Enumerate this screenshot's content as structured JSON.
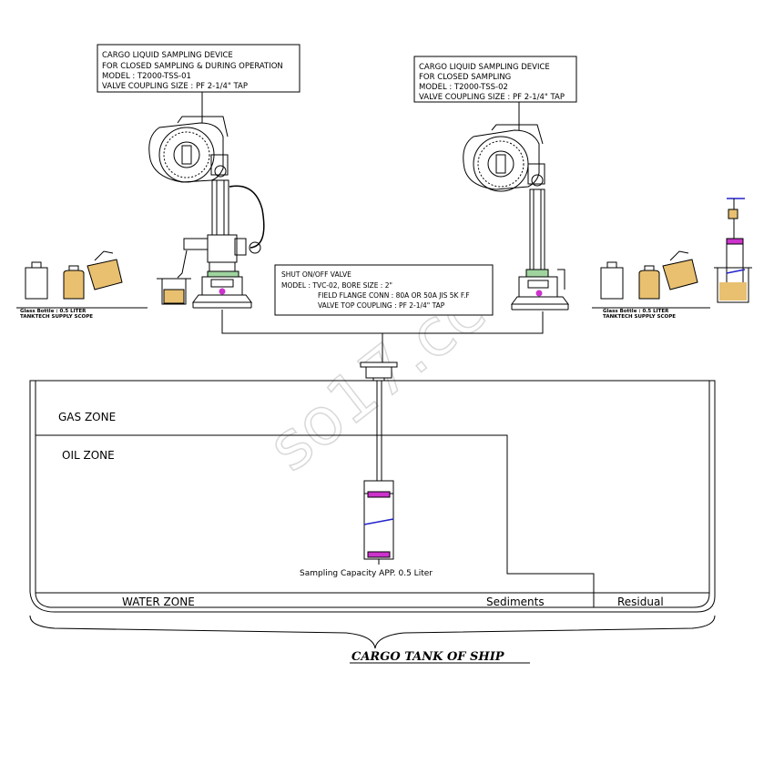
{
  "callouts": {
    "device1": [
      "CARGO LIQUID SAMPLING DEVICE",
      "FOR CLOSED SAMPLING & DURING OPERATION",
      "MODEL : T2000-TSS-01",
      "VALVE COUPLING SIZE : PF 2-1/4\" TAP"
    ],
    "device2": [
      "CARGO LIQUID SAMPLING DEVICE",
      "FOR CLOSED SAMPLING",
      "MODEL : T2000-TSS-02",
      "VALVE COUPLING SIZE : PF 2-1/4\" TAP"
    ],
    "valve": [
      "SHUT ON/OFF VALVE",
      "MODEL : TVC-02,  BORE SIZE : 2\"",
      "FIELD FLANGE CONN : 80A OR 50A  JIS 5K F.F",
      "VALVE TOP COUPLING : PF 2-1/4\" TAP"
    ]
  },
  "bottle_notes": {
    "left": [
      "Glass Bottle : 0.5 LITER",
      "TANKTECH SUPPLY SCOPE"
    ],
    "right": [
      "Glass Bottle : 0.5 LITER",
      "TANKTECH SUPPLY SCOPE"
    ]
  },
  "zones": {
    "gas": "GAS ZONE",
    "oil": "OIL ZONE",
    "water": "WATER ZONE",
    "sediments": "Sediments",
    "residual": "Residual"
  },
  "sampler_caption": "Sampling Capacity APP. 0.5 Liter",
  "tank_title": "CARGO TANK OF SHIP",
  "watermark": "so17.cc",
  "colors": {
    "line": "#000000",
    "accent_magenta": "#cc33cc",
    "accent_blue": "#2222cc",
    "flange_green": "#22aa44",
    "liquid": "#e8c070",
    "watermark": "#dddddd"
  }
}
